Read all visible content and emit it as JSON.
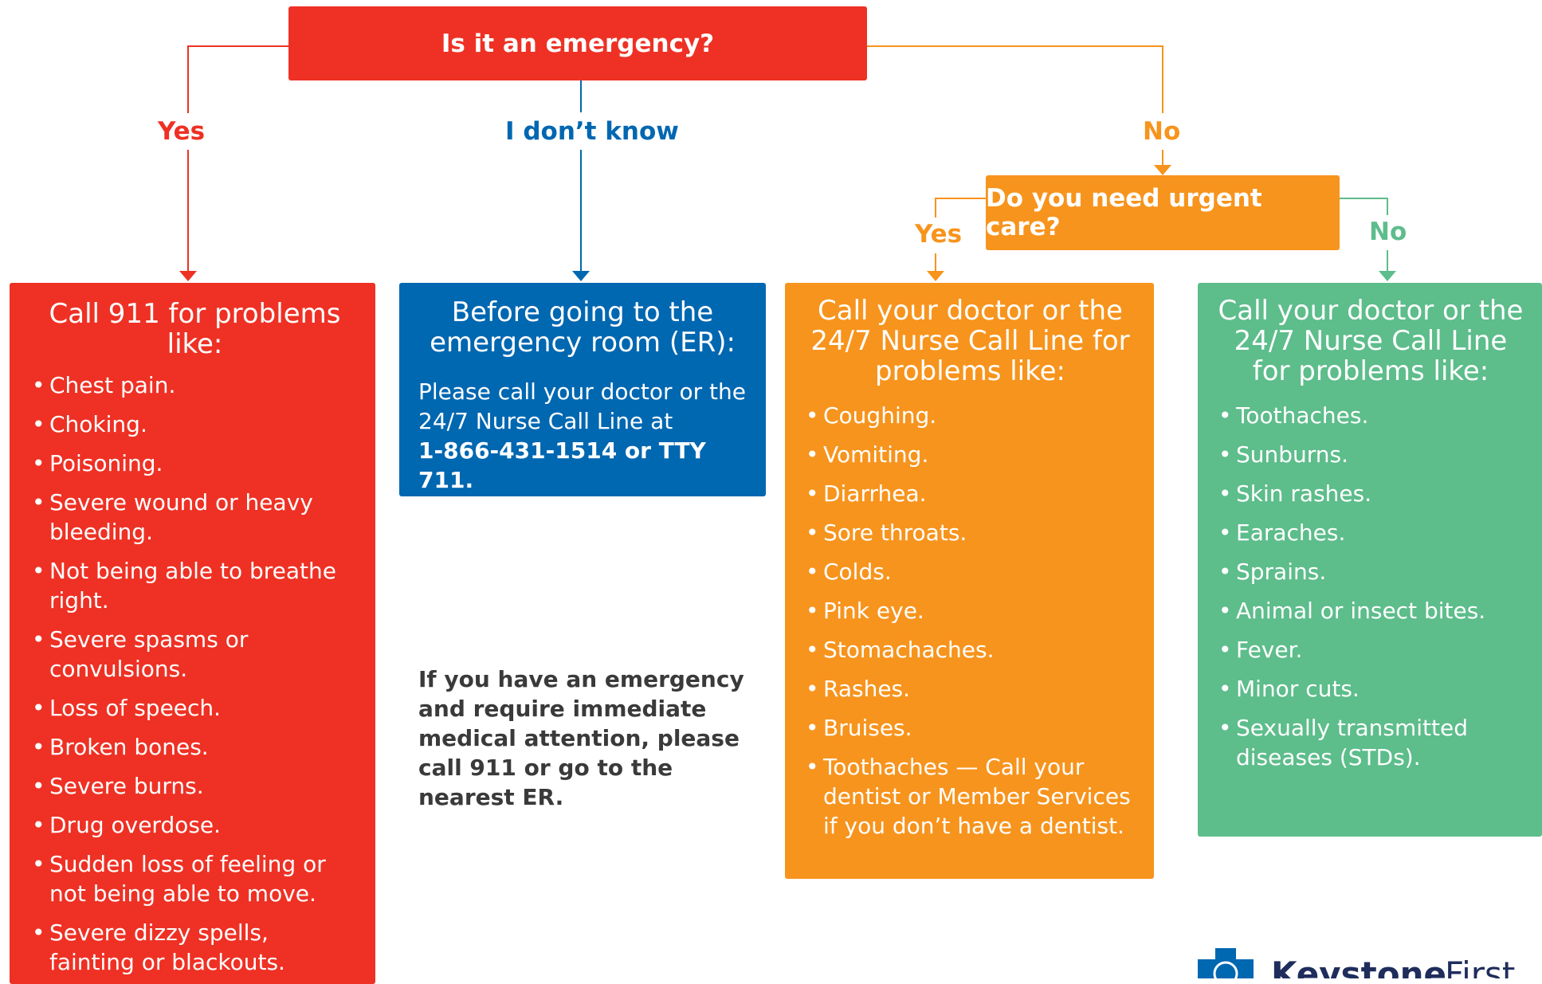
{
  "colors": {
    "red": "#EE3124",
    "blue": "#0067B1",
    "orange": "#F7941D",
    "green": "#5DBD8B",
    "text_dark": "#3a3a3a"
  },
  "questions": {
    "emergency": "Is it an emergency?",
    "urgent": "Do you need urgent care?"
  },
  "branches": {
    "yes": "Yes",
    "dont_know": "I don’t know",
    "no": "No",
    "urgent_yes": "Yes",
    "urgent_no": "No"
  },
  "red_panel": {
    "title": "Call 911 for problems like:",
    "items": [
      "Chest pain.",
      "Choking.",
      "Poisoning.",
      "Severe wound or heavy bleeding.",
      "Not being able to breathe right.",
      "Severe spasms or convulsions.",
      "Loss of speech.",
      "Broken bones.",
      "Severe burns.",
      "Drug overdose.",
      "Sudden loss of feeling or not being able to move.",
      "Severe dizzy spells, fainting or blackouts."
    ]
  },
  "blue_panel": {
    "title": "Before going to the emergency room (ER):",
    "body": "Please call your doctor or the 24/7 Nurse Call Line at",
    "phone": "1-866-431-1514 or TTY 711."
  },
  "emergency_note": "If you have an emergency and require immediate medical attention, please call 911 or go to the nearest ER.",
  "orange_panel": {
    "title": "Call your doctor or the 24/7 Nurse Call Line for problems like:",
    "items": [
      "Coughing.",
      "Vomiting.",
      "Diarrhea.",
      "Sore throats.",
      "Colds.",
      "Pink eye.",
      "Stomachaches.",
      "Rashes.",
      "Bruises.",
      "Toothaches — Call your dentist or Member Services if you don’t have a dentist."
    ]
  },
  "green_panel": {
    "title": "Call your doctor or the 24/7 Nurse Call Line for problems like:",
    "items": [
      "Toothaches.",
      "Sunburns.",
      "Skin rashes.",
      "Earaches.",
      "Sprains.",
      "Animal or insect bites.",
      "Fever.",
      "Minor cuts.",
      "Sexually transmitted diseases (STDs)."
    ]
  },
  "logo": {
    "name_bold": "Keystone",
    "name_light": "First"
  }
}
